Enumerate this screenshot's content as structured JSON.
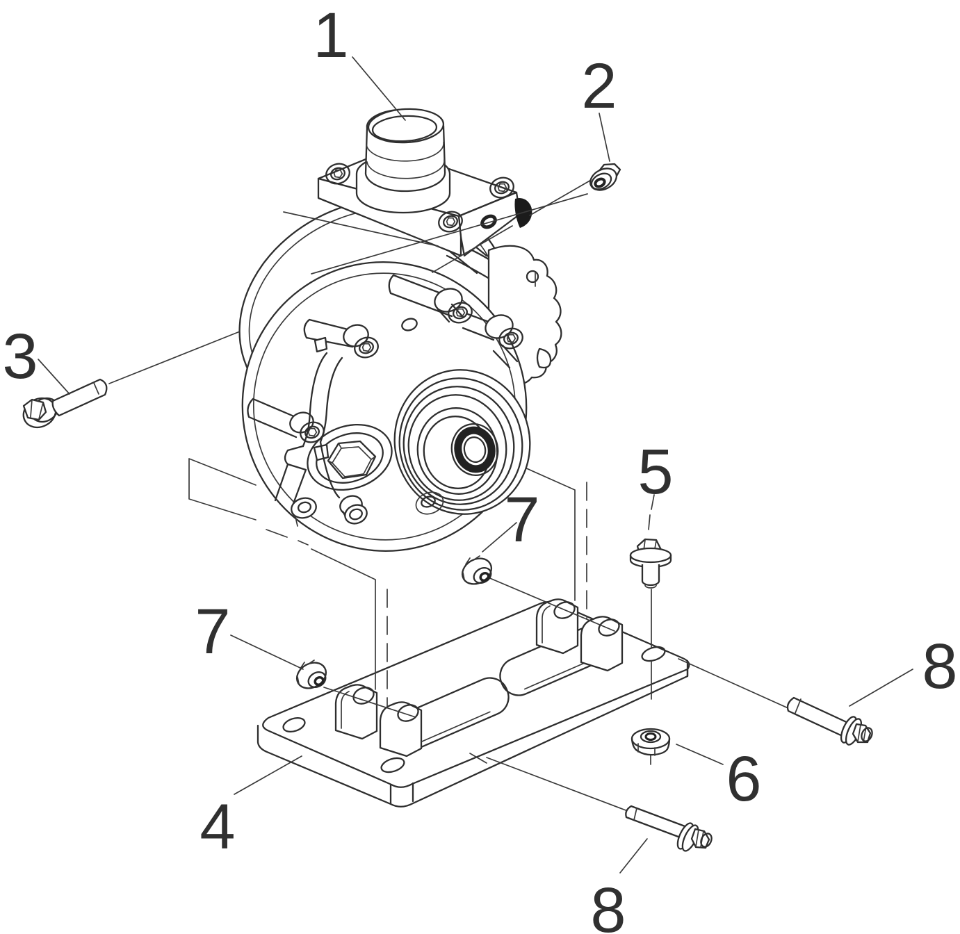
{
  "figure": {
    "kind": "exploded-parts-diagram",
    "callouts": [
      {
        "id": "c1",
        "label": "1"
      },
      {
        "id": "c2",
        "label": "2"
      },
      {
        "id": "c3",
        "label": "3"
      },
      {
        "id": "c4",
        "label": "4"
      },
      {
        "id": "c5",
        "label": "5"
      },
      {
        "id": "c6",
        "label": "6"
      },
      {
        "id": "c7a",
        "label": "7"
      },
      {
        "id": "c7b",
        "label": "7"
      },
      {
        "id": "c8a",
        "label": "8"
      },
      {
        "id": "c8b",
        "label": "8"
      }
    ]
  },
  "colors": {
    "line": "#2e2e2e",
    "background": "#ffffff",
    "knurl": "#1b1b1b"
  }
}
